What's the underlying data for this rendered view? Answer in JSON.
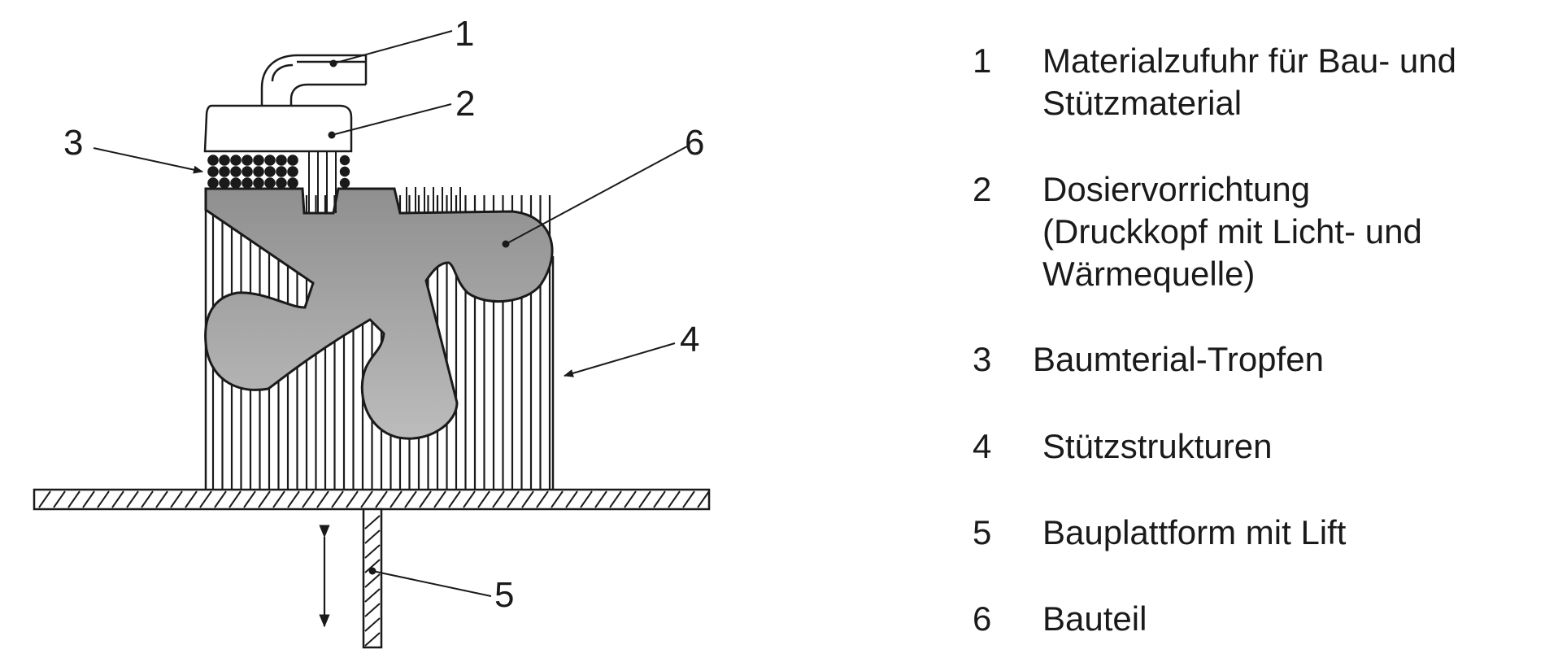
{
  "colors": {
    "ink": "#1a1a1a",
    "part_fill_top": "#8f8f8f",
    "part_fill_bottom": "#b9b9b9",
    "background": "#ffffff"
  },
  "callouts": [
    "1",
    "2",
    "3",
    "4",
    "5",
    "6"
  ],
  "legend": [
    {
      "num": "1",
      "lines": [
        "Materialzufuhr für Bau- und",
        "Stützmaterial"
      ]
    },
    {
      "num": "2",
      "lines": [
        "Dosiervorrichtung",
        "(Druckkopf mit Licht- und",
        "Wärmequelle)"
      ]
    },
    {
      "num": "3",
      "lines": [
        "Baumterial-Tropfen"
      ]
    },
    {
      "num": "4",
      "lines": [
        "Stützstrukturen"
      ]
    },
    {
      "num": "5",
      "lines": [
        "Bauplattform mit Lift"
      ]
    },
    {
      "num": "6",
      "lines": [
        "Bauteil"
      ]
    }
  ]
}
